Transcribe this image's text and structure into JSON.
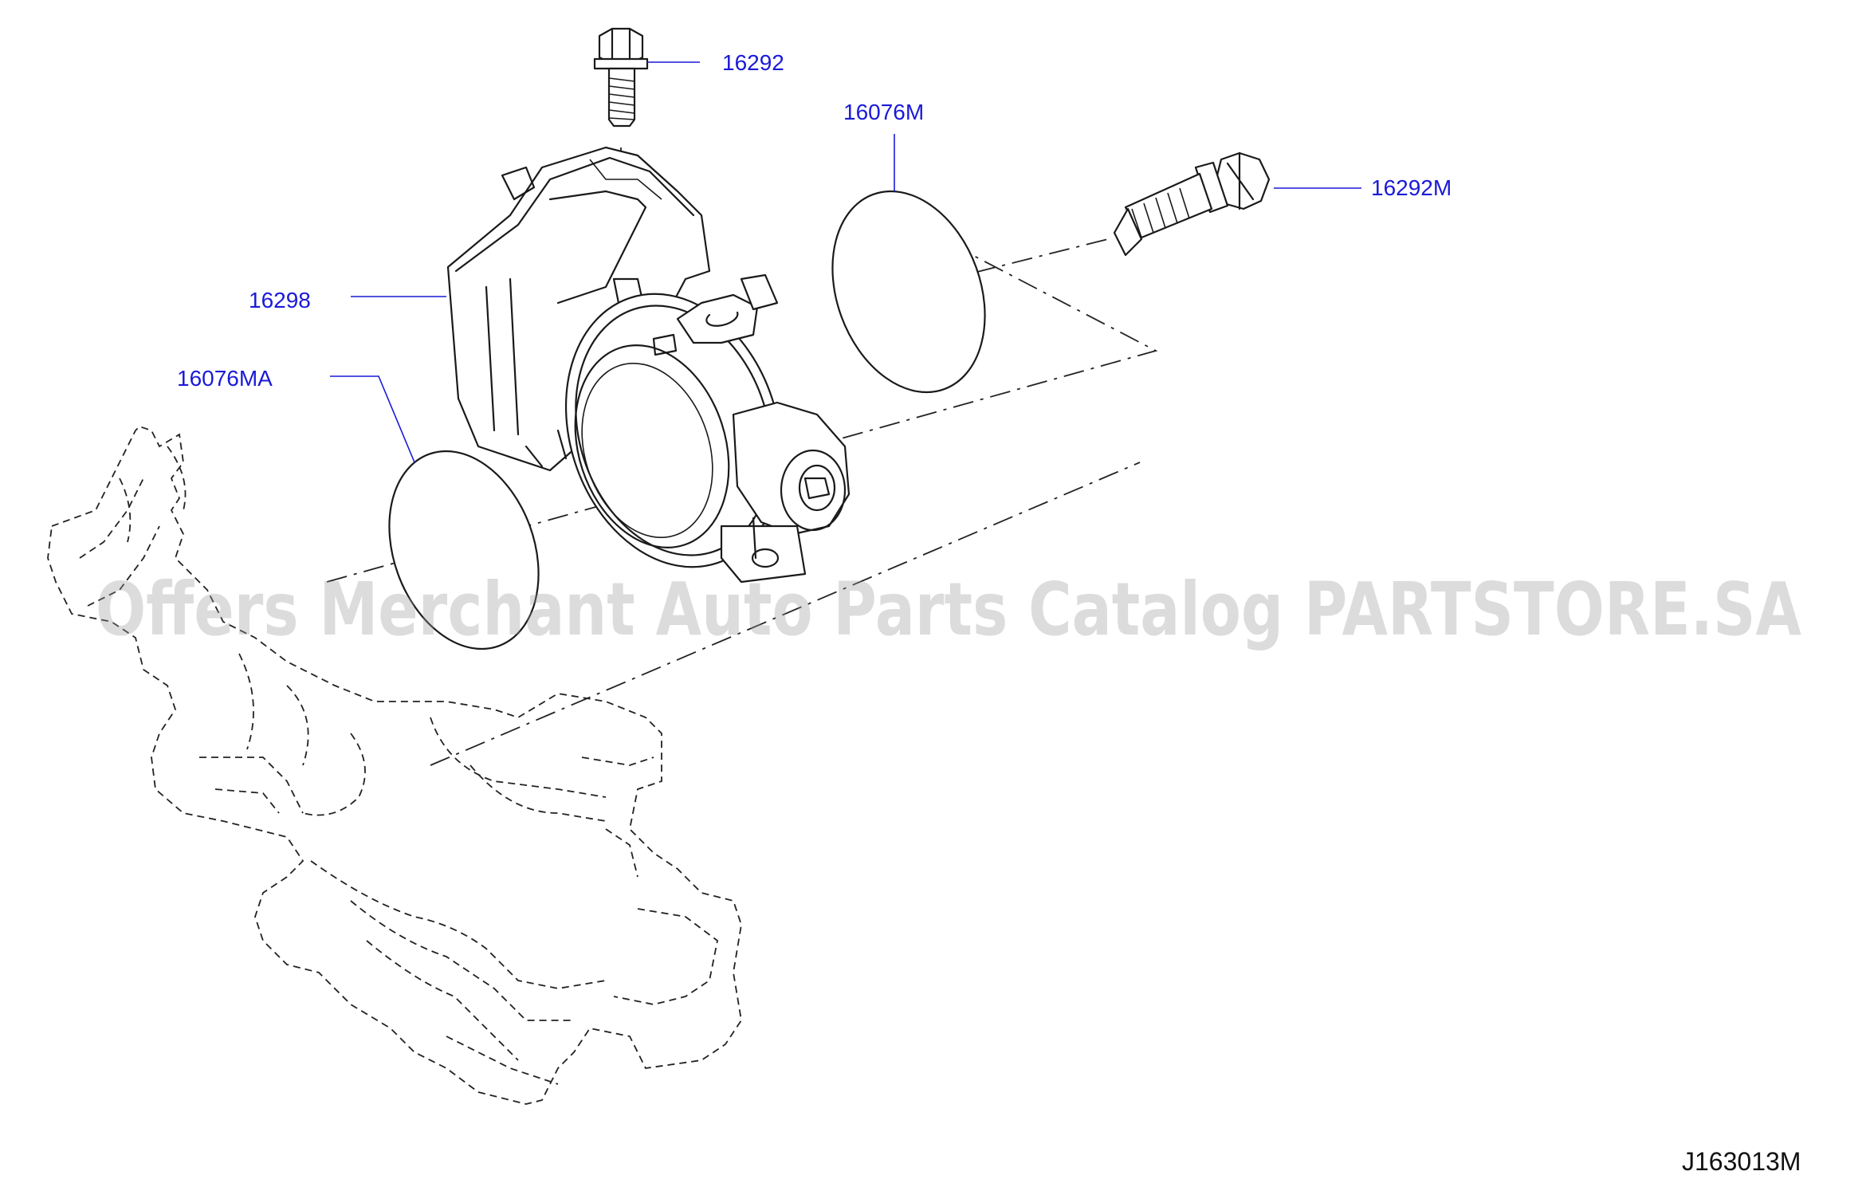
{
  "callouts": {
    "bolt_top": "16292",
    "bolt_long": "16292M",
    "gasket_rear": "16076M",
    "gasket_front": "16076MA",
    "throttle_body": "16298"
  },
  "diagram_code": "J163013M",
  "watermark": "Offers Merchant Auto Parts Catalog PARTSTORE.SA",
  "colors": {
    "callout_text": "#1a1ad8",
    "line_art": "#1a1a1a",
    "watermark": "#9a9a9a"
  }
}
